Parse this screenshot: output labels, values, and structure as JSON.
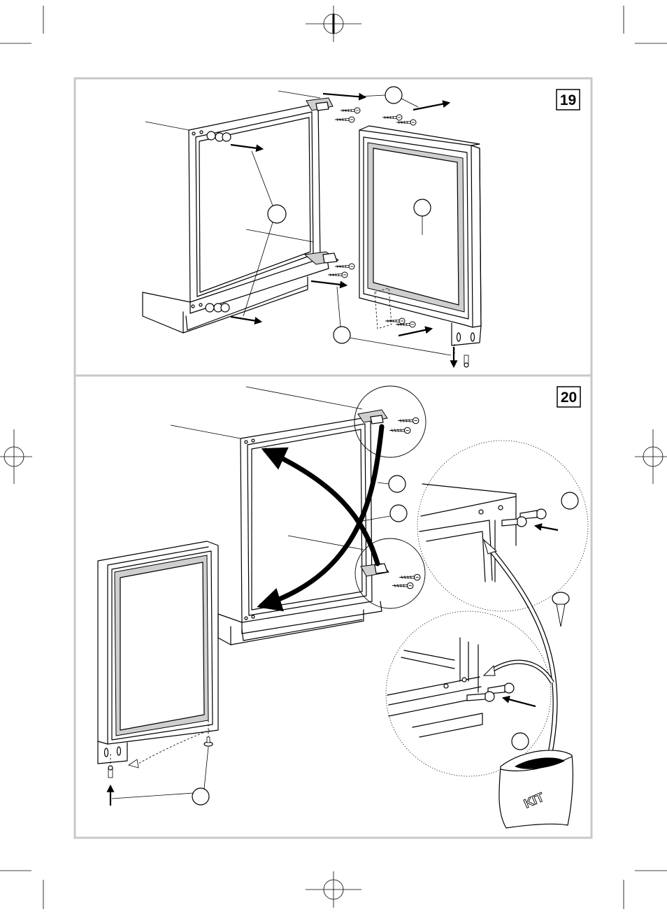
{
  "figures": [
    {
      "number": "19"
    },
    {
      "number": "20"
    }
  ],
  "kit_bag": {
    "label": "KIT"
  },
  "icons": [
    "crop-mark-icon",
    "registration-mark-icon",
    "callout-circle-icon",
    "arrow-icon",
    "screw-icon",
    "hinge-icon",
    "cover-cap-icon",
    "magnifier-circle-icon"
  ]
}
